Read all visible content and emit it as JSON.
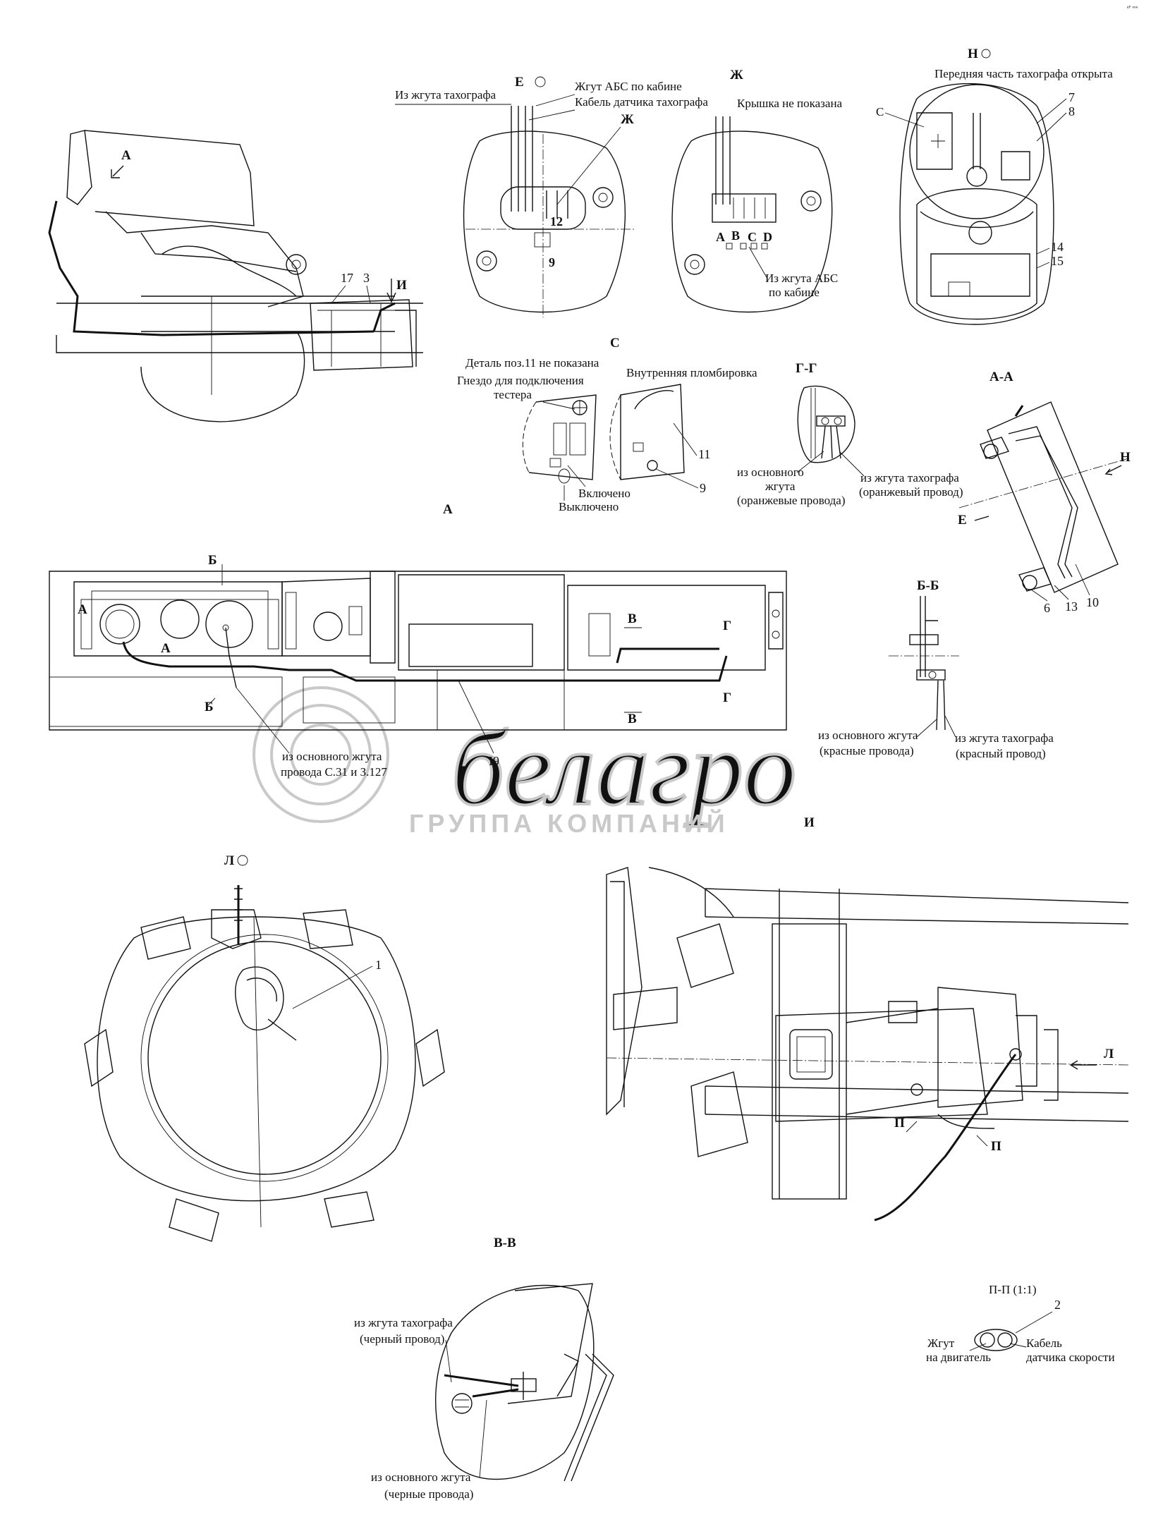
{
  "header": {
    "corner_mark": "ᵉᴾ ᵒᵒᵒ"
  },
  "watermark": {
    "brand": "белагро",
    "subtitle": "ГРУППА КОМПАНИЙ",
    "color": "#c9c9c9"
  },
  "views": {
    "overview": {
      "view_A": "А",
      "view_I": "И",
      "pos_17": "17",
      "pos_3": "3"
    },
    "E": {
      "title": "Е",
      "harness_tacho": "Из жгута тахографа",
      "abs_harness": "Жгут АБС по кабине",
      "tacho_sensor_cable": "Кабель датчика тахографа",
      "zh_ref": "Ж",
      "pos_12": "12",
      "pos_9": "9"
    },
    "ZH": {
      "title": "Ж",
      "cover_note": "Крышка не показана",
      "pin_a": "A",
      "pin_b": "B",
      "pin_c": "C",
      "pin_d": "D",
      "from_abs": "Из жгута АБС",
      "from_abs_2": "по кабине"
    },
    "N": {
      "title": "Н",
      "front_open": "Передняя часть тахографа открыта",
      "ref_c": "С",
      "pos_7": "7",
      "pos_8": "8",
      "pos_14": "14",
      "pos_15": "15"
    },
    "C": {
      "title": "С",
      "detail_note": "Деталь поз.11 не показана",
      "tester_socket": "Гнездо для подключения",
      "tester_socket_2": "тестера",
      "internal_seal": "Внутренняя пломбировка",
      "on_label": "Включено",
      "off_label": "Выключено",
      "pos_11": "11",
      "pos_9": "9"
    },
    "GG": {
      "title": "Г-Г",
      "from_main": "из основного",
      "from_main_2": "жгута",
      "orange_wires": "(оранжевые провода)",
      "from_tacho": "из жгута тахографа",
      "orange_wire": "(оранжевый провод)"
    },
    "AA": {
      "title": "А-А",
      "ref_n": "Н",
      "ref_e": "Е",
      "pos_6": "6",
      "pos_13": "13",
      "pos_10": "10"
    },
    "A": {
      "title": "А",
      "cut_b": "Б",
      "cut_v": "В",
      "cut_g": "Г",
      "ref_a": "А",
      "from_main": "из основного жгута",
      "wires": "провода С.31 и З.127",
      "pos_19": "I9"
    },
    "BB": {
      "title": "Б-Б",
      "from_main": "из основного жгута",
      "red_wires": "(красные провода)",
      "from_tacho": "из жгута тахографа",
      "red_wire": "(красный провод)"
    },
    "I": {
      "title": "И",
      "ref_l": "Л",
      "ref_p1": "П",
      "ref_p2": "П"
    },
    "L": {
      "title": "Л",
      "pos_1": "1"
    },
    "VV": {
      "title": "В-В",
      "from_tacho": "из жгута тахографа",
      "black_wire": "(черный провод)",
      "from_main": "из основного жгута",
      "black_wires": "(черные провода)"
    },
    "PP": {
      "title": "П-П (1:1)",
      "pos_2": "2",
      "engine_harness": "Жгут",
      "engine_harness_2": "на двигатель",
      "speed_cable": "Кабель",
      "speed_cable_2": "датчика скорости"
    }
  }
}
